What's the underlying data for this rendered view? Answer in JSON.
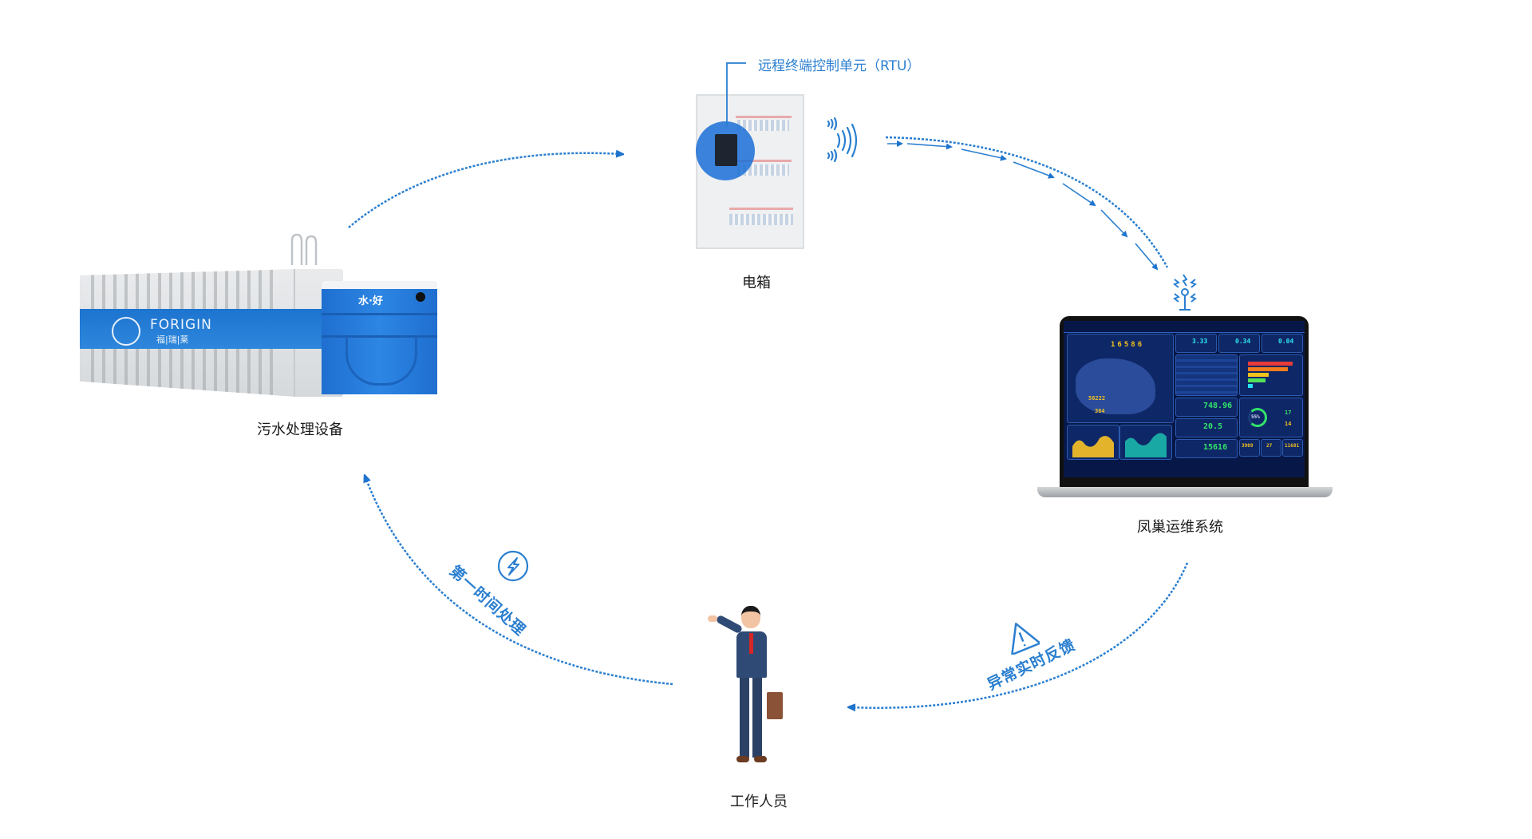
{
  "nodes": {
    "treatment_equipment": {
      "label": "污水处理设备",
      "brand_en": "FORIGIN",
      "brand_cn": "福|瑞|莱",
      "tank_slogan": "水·好"
    },
    "electric_box": {
      "label": "电箱",
      "callout": "远程终端控制单元（RTU）"
    },
    "ops_system": {
      "label": "凤巢运维系统"
    },
    "worker": {
      "label": "工作人员"
    }
  },
  "flows": {
    "alert": {
      "label": "异常实时反馈",
      "icon": "warning-triangle-icon"
    },
    "handle": {
      "label": "第一时间处理",
      "icon": "lightning-icon"
    }
  },
  "dashboard": {
    "counter_digits": [
      "1",
      "6",
      "5",
      "8",
      "6"
    ],
    "kpis": [
      "3.33",
      "0.34",
      "0.04"
    ],
    "metrics": [
      "748.96",
      "20.5",
      "15616"
    ],
    "gauge": "55%",
    "side_values": [
      "17",
      "14"
    ],
    "bottom_values": [
      "3909",
      "27",
      "11681"
    ],
    "map_values": [
      "56222",
      "364"
    ]
  },
  "colors": {
    "accent": "#2a7fd0",
    "bar_colors": [
      "#e83a3a",
      "#f27b1c",
      "#f3c21d",
      "#56e05a",
      "#29e0f0"
    ]
  }
}
